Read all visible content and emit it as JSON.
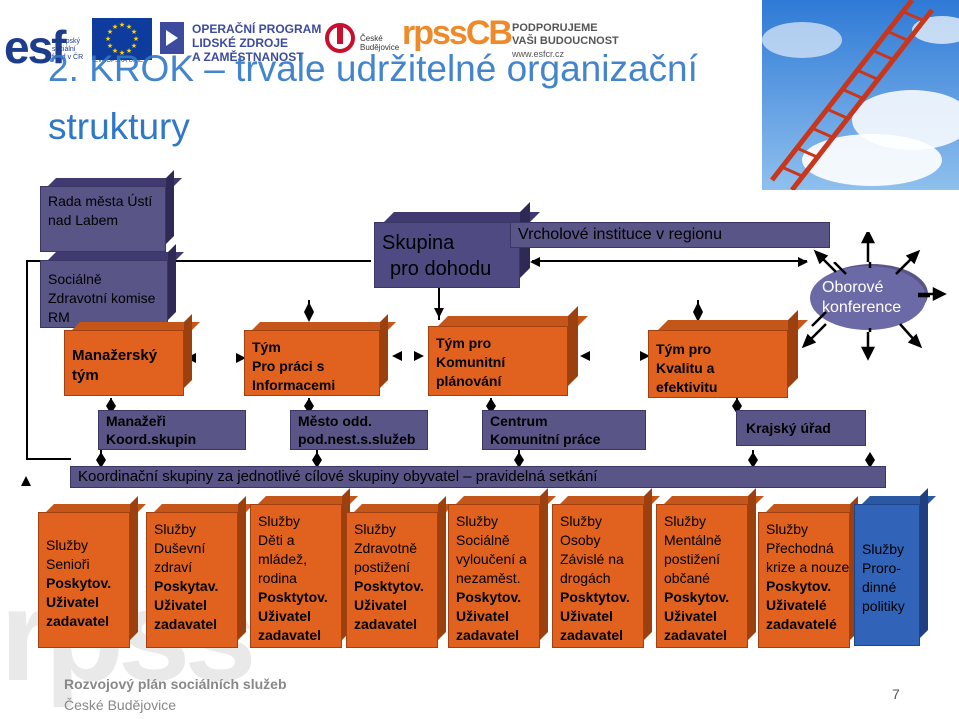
{
  "header": {
    "logo_esf": "esf",
    "logo_esf_sub": [
      "evropský",
      "sociální",
      "fond v ČR"
    ],
    "logo_eu_sub": "EVROPSKÁ UNIE",
    "op_lines": [
      "OPERAČNÍ PROGRAM",
      "LIDSKÉ ZDROJE",
      "A ZAMĚSTNANOST"
    ],
    "cb_label": "České Budějovice",
    "rpss_logo": "rpssCB",
    "support_lines": [
      "PODPORUJEME",
      "VAŠI BUDOUCNOST",
      "www.esfcr.cz"
    ]
  },
  "title": {
    "line1": "2. KROK – trvale udržitelné organizační",
    "line2": "struktury"
  },
  "top_boxes": {
    "rada": "Rada města Ústí nad Labem",
    "komise": "Sociálně Zdravotní komise RM",
    "skupina": [
      "Skupina",
      "pro dohodu"
    ],
    "vrcholove": "Vrcholové instituce v regionu",
    "oborove": [
      "Oborové",
      "konference"
    ]
  },
  "teams": {
    "manazersky": [
      "Manažerský",
      "tým"
    ],
    "informace": [
      "Tým",
      "Pro práci s",
      "Informacemi"
    ],
    "komunitni": [
      "Tým pro",
      "Komunitní",
      "plánování"
    ],
    "kvalita": [
      "Tým pro",
      "Kvalitu a",
      "efektivitu"
    ]
  },
  "row3": {
    "manazeri": [
      "Manažeři",
      "Koord.skupin"
    ],
    "mesto": [
      "Město odd.",
      "pod.nest.s.služeb"
    ],
    "centrum": [
      "Centrum",
      "Komunitní práce"
    ],
    "krajsky": "Krajský úřad"
  },
  "koordinacni": "Koordinační skupiny za jednotlivé cílové skupiny obyvatel – pravidelná setkání",
  "groups": [
    {
      "lines": [
        "Služby",
        "Senioři"
      ],
      "bold": [
        "Poskytov.",
        "Uživatel",
        "zadavatel"
      ]
    },
    {
      "lines": [
        "Služby",
        "Duševní",
        "zdraví"
      ],
      "bold": [
        "Poskytav.",
        "Uživatel",
        "zadavatel"
      ]
    },
    {
      "lines": [
        "Služby",
        "Děti a",
        "mládež,",
        "rodina"
      ],
      "bold": [
        "Posktytov.",
        "Uživatel",
        "zadavatel"
      ]
    },
    {
      "lines": [
        "Služby",
        "Zdravotně",
        "postižení"
      ],
      "bold": [
        "Posktytov.",
        "Uživatel",
        "zadavatel"
      ]
    },
    {
      "lines": [
        "Služby",
        "Sociálně",
        "vyloučení a",
        "nezaměst."
      ],
      "bold": [
        "Poskytov.",
        "Uživatel",
        "zadavatel"
      ]
    },
    {
      "lines": [
        "Služby",
        "Osoby",
        "Závislé na",
        "drogách"
      ],
      "bold": [
        "Posktytov.",
        "Uživatel",
        "zadavatel"
      ]
    },
    {
      "lines": [
        "Služby",
        "Mentálně",
        "postižení",
        "občané"
      ],
      "bold": [
        "Poskytov.",
        "Uživatel",
        "zadavatel"
      ]
    },
    {
      "lines": [
        "Služby",
        "Přechodná",
        "krize a nouze"
      ],
      "bold": [
        "Poskytov.",
        "Uživatelé",
        "zadavatelé"
      ]
    }
  ],
  "prorodinne": [
    "Služby",
    "Proro-",
    "dinné",
    "politiky"
  ],
  "footer": {
    "watermark": "rpss",
    "line1": "Rozvojový plán sociálních služeb",
    "line2": "České Budějovice",
    "page": "7"
  },
  "colors": {
    "purple": "#5a5587",
    "orange": "#e0621e",
    "blue": "#3164b8",
    "title_blue": "#2f78c8"
  }
}
